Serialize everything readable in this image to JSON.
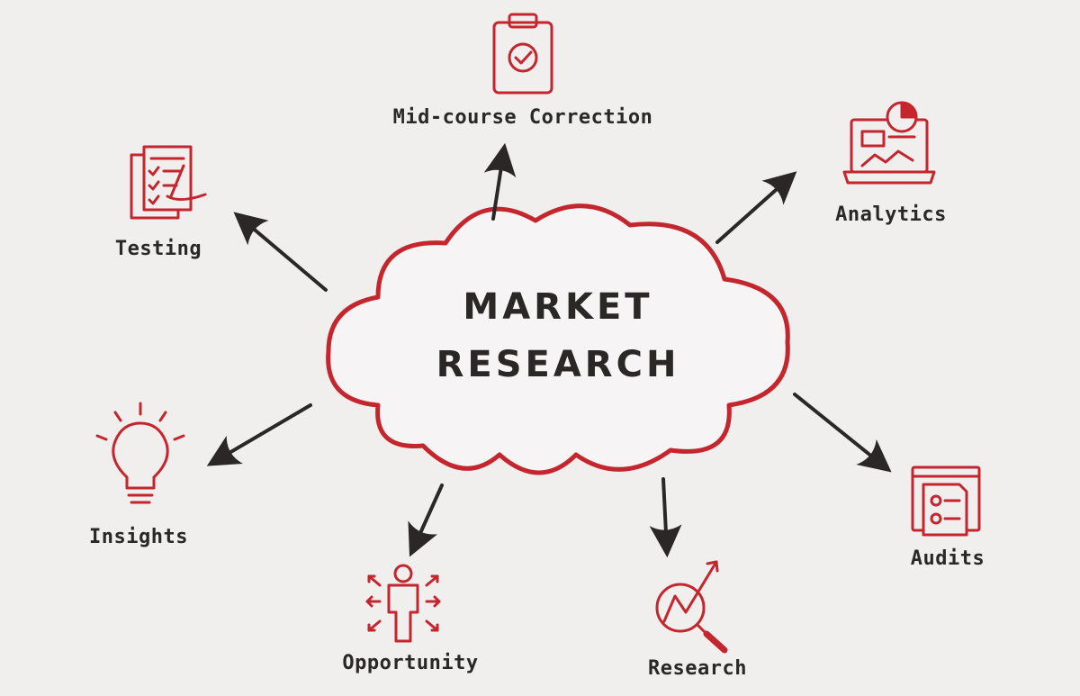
{
  "center": {
    "line1": "MARKET",
    "line2": "RESEARCH"
  },
  "nodes": {
    "mid_course": "Mid-course Correction",
    "analytics": "Analytics",
    "testing": "Testing",
    "insights": "Insights",
    "opportunity": "Opportunity",
    "research": "Research",
    "audits": "Audits"
  },
  "colors": {
    "background": "#f1eeee",
    "accent": "#c4262e",
    "ink": "#2b2727"
  }
}
